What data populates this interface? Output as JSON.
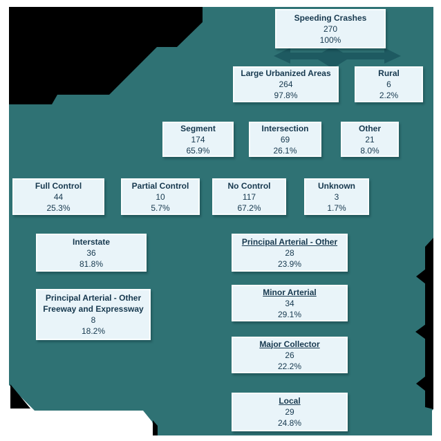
{
  "palette": {
    "page": "#ffffff",
    "blob": "#2f7274",
    "black_region": "#000000",
    "arrow": "#1e5a61",
    "box_fill": "#e9f4f9",
    "box_border": "#fafdfe",
    "text": "#16384e"
  },
  "diagram": {
    "root_label": "Speeding Crashes",
    "total": "270"
  },
  "nodes": [
    {
      "id": "speeding-crashes",
      "label": "Speeding Crashes",
      "count": "270",
      "percent": "100%",
      "underline": false
    },
    {
      "id": "large-urbanized-areas",
      "label": "Large Urbanized Areas",
      "count": "264",
      "percent": "97.8%",
      "underline": false
    },
    {
      "id": "rural",
      "label": "Rural",
      "count": "6",
      "percent": "2.2%",
      "underline": false
    },
    {
      "id": "segment",
      "label": "Segment",
      "count": "174",
      "percent": "65.9%",
      "underline": false
    },
    {
      "id": "intersection",
      "label": "Intersection",
      "count": "69",
      "percent": "26.1%",
      "underline": false
    },
    {
      "id": "other",
      "label": "Other",
      "count": "21",
      "percent": "8.0%",
      "underline": false
    },
    {
      "id": "full-control",
      "label": "Full Control",
      "count": "44",
      "percent": "25.3%",
      "underline": false
    },
    {
      "id": "partial-control",
      "label": "Partial Control",
      "count": "10",
      "percent": "5.7%",
      "underline": false
    },
    {
      "id": "no-control",
      "label": "No Control",
      "count": "117",
      "percent": "67.2%",
      "underline": false
    },
    {
      "id": "unknown",
      "label": "Unknown",
      "count": "3",
      "percent": "1.7%",
      "underline": false
    },
    {
      "id": "interstate",
      "label": "Interstate",
      "count": "36",
      "percent": "81.8%",
      "underline": false
    },
    {
      "id": "principal-arterial-other",
      "label": "Principal Arterial - Other",
      "count": "28",
      "percent": "23.9%",
      "underline": true
    },
    {
      "id": "principal-arterial-freeway",
      "label": "Principal Arterial - Other Freeway and Expressway",
      "count": "8",
      "percent": "18.2%",
      "underline": false
    },
    {
      "id": "minor-arterial",
      "label": "Minor Arterial",
      "count": "34",
      "percent": "29.1%",
      "underline": true
    },
    {
      "id": "major-collector",
      "label": "Major Collector",
      "count": "26",
      "percent": "22.2%",
      "underline": true
    },
    {
      "id": "local",
      "label": "Local",
      "count": "29",
      "percent": "24.8%",
      "underline": true
    }
  ]
}
